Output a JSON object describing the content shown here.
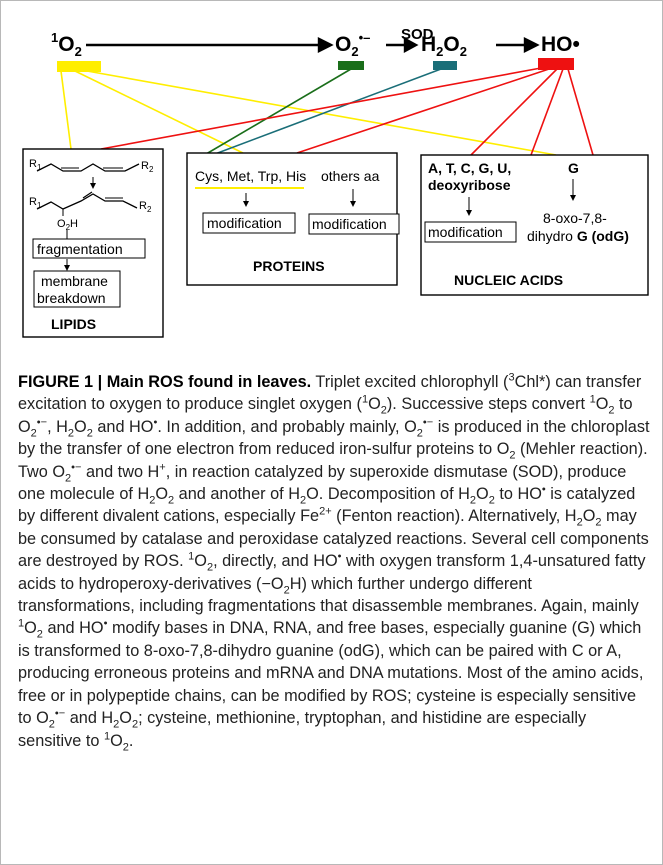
{
  "diagram": {
    "species": {
      "singlet_oxygen": {
        "sup": "1",
        "main": "O",
        "sub": "2"
      },
      "superoxide": {
        "main": "O",
        "sub": "2",
        "sup": "•–"
      },
      "peroxide": {
        "main": "H",
        "sub": "2",
        "main2": "O",
        "sub2": "2"
      },
      "hydroxyl": {
        "main": "HO•"
      },
      "sod_label": "SOD"
    },
    "colors": {
      "singlet_oxygen": "#ffee00",
      "superoxide": "#1a6e1a",
      "peroxide": "#1a6e78",
      "hydroxyl": "#ee1111"
    },
    "lipids": {
      "r1_top": "R",
      "r1_top_sub": "1",
      "r2_top": "R",
      "r2_top_sub": "2",
      "r1_bottom": "R",
      "r1_bottom_sub": "1",
      "r2_bottom": "R",
      "r2_bottom_sub": "2",
      "o2h": "O",
      "o2h_sub": "2",
      "o2h_h": "H",
      "fragmentation": "fragmentation",
      "membrane_breakdown_1": "membrane",
      "membrane_breakdown_2": "breakdown",
      "label": "LIPIDS"
    },
    "proteins": {
      "amino_acids": "Cys, Met, Trp, His",
      "others": "others aa",
      "modification_1": "modification",
      "modification_2": "modification",
      "label": "PROTEINS"
    },
    "nucleic_acids": {
      "bases_1": "A, T, C, G, U,",
      "bases_2": "deoxyribose",
      "guanine": "G",
      "modification": "modification",
      "product_1": "8-oxo-7,8-",
      "product_2_a": "dihydro ",
      "product_2_b": "G (odG)",
      "label": "NUCLEIC ACIDS"
    }
  },
  "caption": {
    "figure_label": "FIGURE 1 | Main ROS found in leaves.",
    "text": "Triplet excited chlorophyll (3Chl*) can transfer excitation to oxygen to produce singlet oxygen (1O2). Successive steps convert 1O2 to O2•−, H2O2 and HO•. In addition, and probably mainly, O2•− is produced in the chloroplast by the transfer of one electron from reduced iron-sulfur proteins to O2 (Mehler reaction). Two O2•− and two H+, in reaction catalyzed by superoxide dismutase (SOD), produce one molecule of H2O2 and another of H2O. Decomposition of H2O2 to HO• is catalyzed by different divalent cations, especially Fe2+ (Fenton reaction). Alternatively, H2O2 may be consumed by catalase and peroxidase catalyzed reactions. Several cell components are destroyed by ROS. 1O2, directly, and HO• with oxygen transform 1,4-unsatured fatty acids to hydroperoxy-derivatives (−O2H) which further undergo different transformations, including fragmentations that disassemble membranes. Again, mainly 1O2 and HO• modify bases in DNA, RNA, and free bases, especially guanine (G) which is transformed to 8-oxo-7,8-dihydro guanine (odG), which can be paired with C or A, producing erroneous proteins and mRNA and DNA mutations. Most of the amino acids, free or in polypeptide chains, can be modified by ROS; cysteine is especially sensitive to O2•− and H2O2; cysteine, methionine, tryptophan, and histidine are especially sensitive to 1O2.",
    "segments": [
      {
        "t": "Triplet excited chlorophyll ("
      },
      {
        "t": "3",
        "sup": true
      },
      {
        "t": "Chl*) can transfer excitation to oxygen to produce singlet oxygen ("
      },
      {
        "t": "1",
        "sup": true
      },
      {
        "t": "O"
      },
      {
        "t": "2",
        "sub": true
      },
      {
        "t": "). Successive steps convert "
      },
      {
        "t": "1",
        "sup": true
      },
      {
        "t": "O"
      },
      {
        "t": "2",
        "sub": true
      },
      {
        "t": " to O"
      },
      {
        "t": "2",
        "sub": true
      },
      {
        "t": "•−",
        "sup": true
      },
      {
        "t": ", H"
      },
      {
        "t": "2",
        "sub": true
      },
      {
        "t": "O"
      },
      {
        "t": "2",
        "sub": true
      },
      {
        "t": " and HO"
      },
      {
        "t": "•",
        "sup": true
      },
      {
        "t": ". In addition, and probably mainly, O"
      },
      {
        "t": "2",
        "sub": true
      },
      {
        "t": "•−",
        "sup": true
      },
      {
        "t": " is produced in the chloroplast by the transfer of one electron from reduced iron-sulfur proteins to O"
      },
      {
        "t": "2",
        "sub": true
      },
      {
        "t": " (Mehler reaction). Two O"
      },
      {
        "t": "2",
        "sub": true
      },
      {
        "t": "•−",
        "sup": true
      },
      {
        "t": " and two H"
      },
      {
        "t": "+",
        "sup": true
      },
      {
        "t": ", in reaction catalyzed by superoxide dismutase (SOD), produce one molecule of H"
      },
      {
        "t": "2",
        "sub": true
      },
      {
        "t": "O"
      },
      {
        "t": "2",
        "sub": true
      },
      {
        "t": " and another of H"
      },
      {
        "t": "2",
        "sub": true
      },
      {
        "t": "O. Decomposition of H"
      },
      {
        "t": "2",
        "sub": true
      },
      {
        "t": "O"
      },
      {
        "t": "2",
        "sub": true
      },
      {
        "t": " to HO"
      },
      {
        "t": "•",
        "sup": true
      },
      {
        "t": " is catalyzed by different divalent cations, especially Fe"
      },
      {
        "t": "2+",
        "sup": true
      },
      {
        "t": " (Fenton reaction). Alternatively, H"
      },
      {
        "t": "2",
        "sub": true
      },
      {
        "t": "O"
      },
      {
        "t": "2",
        "sub": true
      },
      {
        "t": " may be consumed by catalase and peroxidase catalyzed reactions. Several cell components are destroyed by ROS. "
      },
      {
        "t": "1",
        "sup": true
      },
      {
        "t": "O"
      },
      {
        "t": "2",
        "sub": true
      },
      {
        "t": ", directly, and HO"
      },
      {
        "t": "•",
        "sup": true
      },
      {
        "t": " with oxygen transform 1,4-unsatured fatty acids to hydroperoxy-derivatives (−O"
      },
      {
        "t": "2",
        "sub": true
      },
      {
        "t": "H) which further undergo different transformations, including fragmentations that disassemble membranes. Again, mainly "
      },
      {
        "t": "1",
        "sup": true
      },
      {
        "t": "O"
      },
      {
        "t": "2",
        "sub": true
      },
      {
        "t": " and HO"
      },
      {
        "t": "•",
        "sup": true
      },
      {
        "t": " modify bases in DNA, RNA, and free bases, especially guanine (G) which is transformed to 8-oxo-7,8-dihydro guanine (odG), which can be paired with C or A, producing erroneous proteins and mRNA and DNA mutations. Most of the amino acids, free or in polypeptide chains, can be modified by ROS; cysteine is especially sensitive to O"
      },
      {
        "t": "2",
        "sub": true
      },
      {
        "t": "•−",
        "sup": true
      },
      {
        "t": " and H"
      },
      {
        "t": "2",
        "sub": true
      },
      {
        "t": "O"
      },
      {
        "t": "2",
        "sub": true
      },
      {
        "t": "; cysteine, methionine, tryptophan, and histidine are especially sensitive to "
      },
      {
        "t": "1",
        "sup": true
      },
      {
        "t": "O"
      },
      {
        "t": "2",
        "sub": true
      },
      {
        "t": "."
      }
    ]
  }
}
